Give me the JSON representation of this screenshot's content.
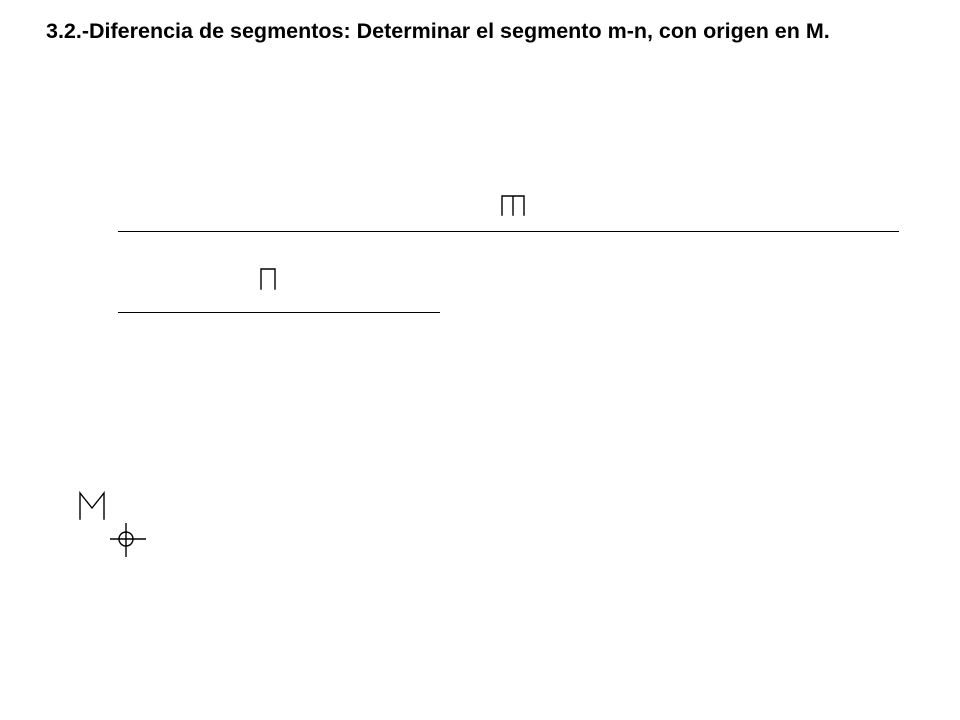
{
  "title": "3.2.-Diferencia de segmentos: Determinar el segmento m-n, con origen en M.",
  "labels": {
    "segment_m": "m",
    "segment_n": "n",
    "origin": "M"
  }
}
